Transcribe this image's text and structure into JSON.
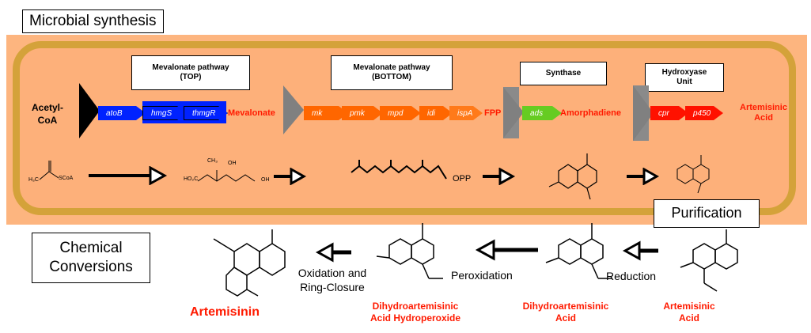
{
  "microbial_title": "Microbial synthesis",
  "chemical_title": "Chemical\nConversions",
  "purification": "Purification",
  "acetyl_coa": "Acetyl-\nCoA",
  "pathways": {
    "top": "Mevalonate pathway\n(TOP)",
    "bottom": "Mevalonate pathway\n(BOTTOM)",
    "synthase": "Synthase",
    "hydroxyase": "Hydroxyase\nUnit"
  },
  "genes": {
    "atoB": "atoB",
    "hmgS": "hmgS",
    "thmgR": "thmgR",
    "mk": "mk",
    "pmk": "pmk",
    "mpd": "mpd",
    "idi": "idi",
    "ispA": "ispA",
    "ads": "ads",
    "cpr": "cpr",
    "p450": "p450"
  },
  "products": {
    "mevalonate": "Mevalonate",
    "fpp": "FPP",
    "amorphadiene": "Amorphadiene",
    "artemisinic_acid_top": "Artemisinic\nAcid"
  },
  "structures": {
    "acetyl_coa_formula_h3c": "H₃C",
    "acetyl_coa_formula_scoa": "SCoA",
    "mevalonate_ho2c": "HO₂C",
    "mevalonate_ch3": "CH₃",
    "mevalonate_oh": "OH",
    "fpp_opp": "OPP"
  },
  "steps": {
    "reduction": "Reduction",
    "peroxidation": "Peroxidation",
    "oxidation": "Oxidation and\nRing-Closure"
  },
  "compounds": {
    "artemisinin": "Artemisinin",
    "dha_hydroperoxide": "Dihydroartemisinic\nAcid Hydroperoxide",
    "dha": "Dihydroartemisinic\nAcid",
    "artemisinic_acid": "Artemisinic\nAcid"
  },
  "colors": {
    "panel_fill": "#fdb07a",
    "panel_border": "#d4a23a",
    "red_text": "#ff1a00",
    "gene_blue": "#0022ff",
    "gene_orange": "#ff6600",
    "gene_green": "#66cc22",
    "gene_red": "#ff1100"
  }
}
